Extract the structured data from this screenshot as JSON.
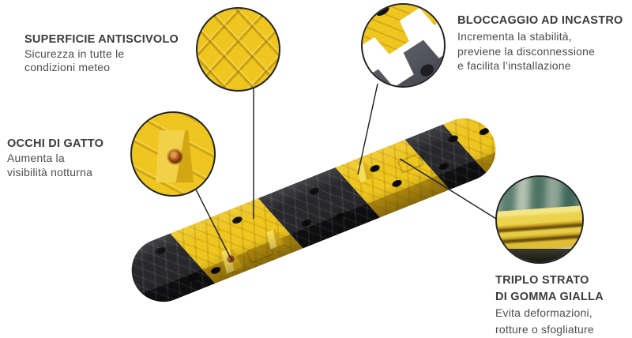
{
  "colors": {
    "background": "#ffffff",
    "bump_yellow": "#eec61f",
    "bump_yellow_side": "#bd9410",
    "bump_black": "#28282c",
    "bump_black_side": "#111113",
    "interlock_gray": "#53545c",
    "title_text": "#3b3b3b",
    "body_text": "#4d4d4d",
    "connector": "#1c1c1c",
    "circle_border": "#242424",
    "cat_eye": "#a8541c"
  },
  "callouts": {
    "anti_slip": {
      "title": "SUPERFICIE ANTISCIVOLO",
      "lines": [
        "Sicurezza in tutte le",
        "condizioni meteo"
      ]
    },
    "interlock": {
      "title": "BLOCCAGGIO AD INCASTRO",
      "lines": [
        "Incrementa la stabilità,",
        "previene la disconnessione",
        "e facilita l’installazione"
      ]
    },
    "cat_eyes": {
      "title": "OCCHI DI GATTO",
      "lines": [
        "Aumenta la",
        "visibilità notturna"
      ]
    },
    "triple_layer": {
      "title_lines": [
        "TRIPLO STRATO",
        "DI GOMMA GIALLA"
      ],
      "lines": [
        "Evita deformazioni,",
        "rotture o sfogliature"
      ]
    }
  }
}
